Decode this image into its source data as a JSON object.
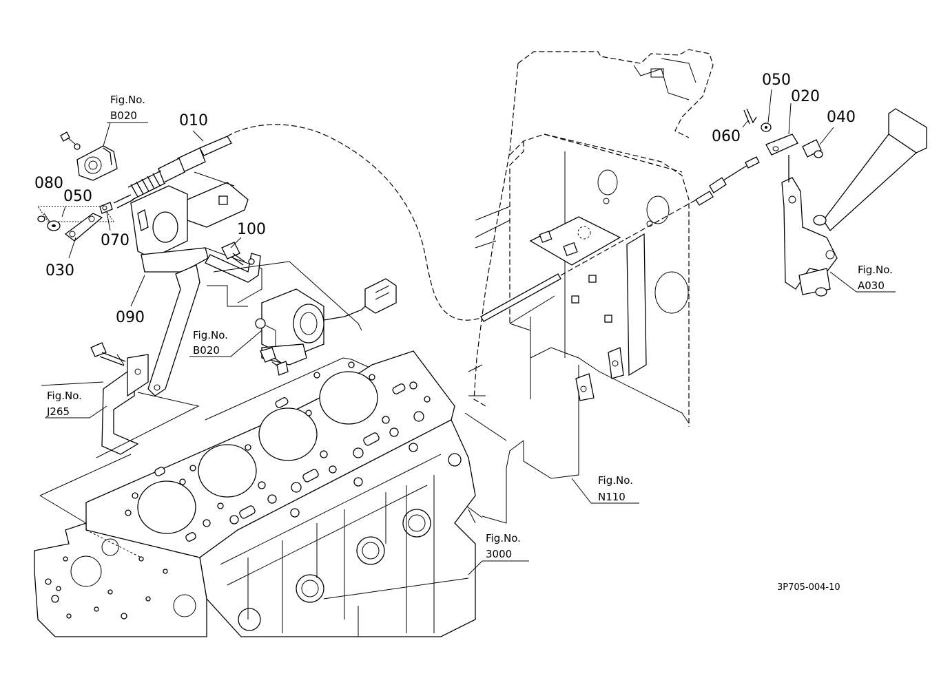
{
  "diagram": {
    "drawing_number": "3P705-004-10",
    "part_labels": [
      {
        "id": "p010",
        "text": "010"
      },
      {
        "id": "p020",
        "text": "020"
      },
      {
        "id": "p030",
        "text": "030"
      },
      {
        "id": "p040",
        "text": "040"
      },
      {
        "id": "p050a",
        "text": "050"
      },
      {
        "id": "p050b",
        "text": "050"
      },
      {
        "id": "p060",
        "text": "060"
      },
      {
        "id": "p070",
        "text": "070"
      },
      {
        "id": "p080",
        "text": "080"
      },
      {
        "id": "p090",
        "text": "090"
      },
      {
        "id": "p100",
        "text": "100"
      }
    ],
    "figure_refs": [
      {
        "id": "b020_top",
        "prefix": "Fig.No.",
        "number": "B020"
      },
      {
        "id": "b020_mid",
        "prefix": "Fig.No.",
        "number": "B020"
      },
      {
        "id": "j265",
        "prefix": "Fig.No.",
        "number": "J265"
      },
      {
        "id": "a030",
        "prefix": "Fig.No.",
        "number": "A030"
      },
      {
        "id": "n110",
        "prefix": "Fig.No.",
        "number": "N110"
      },
      {
        "id": "f3000",
        "prefix": "Fig.No.",
        "number": "3000"
      }
    ]
  }
}
